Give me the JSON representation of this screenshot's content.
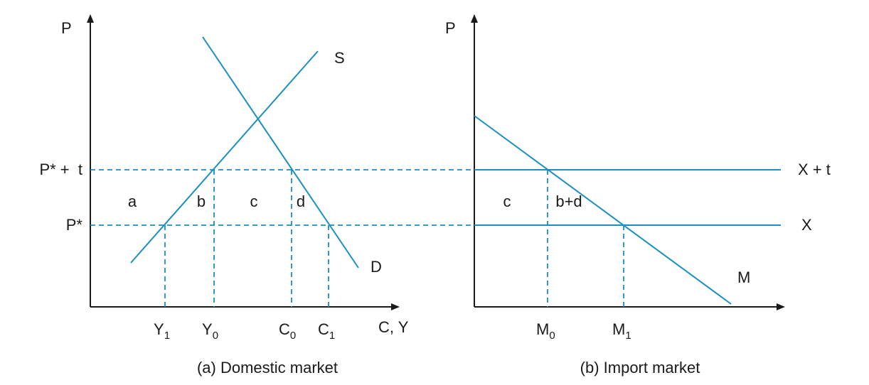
{
  "colors": {
    "curve": "#1b8fc0",
    "axis": "#1a1a1a",
    "text": "#1a1a1a"
  },
  "panel_a": {
    "caption": "(a) Domestic market",
    "y_axis_label": "P",
    "x_axis_label": "C, Y",
    "supply_label": "S",
    "demand_label": "D",
    "price_tariff_label": "P* +  t",
    "price_world_label": "P*",
    "area_a": "a",
    "area_b": "b",
    "area_c": "c",
    "area_d": "d",
    "ticks": [
      {
        "main": "Y",
        "sub": "1"
      },
      {
        "main": "Y",
        "sub": "0"
      },
      {
        "main": "C",
        "sub": "0"
      },
      {
        "main": "C",
        "sub": "1"
      }
    ]
  },
  "panel_b": {
    "caption": "(b) Import market",
    "y_axis_label": "P",
    "export_supply_tariff_label": "X + t",
    "export_supply_label": "X",
    "import_demand_label": "M",
    "area_c": "c",
    "area_bd": "b+d",
    "ticks": [
      {
        "main": "M",
        "sub": "0"
      },
      {
        "main": "M",
        "sub": "1"
      }
    ]
  }
}
